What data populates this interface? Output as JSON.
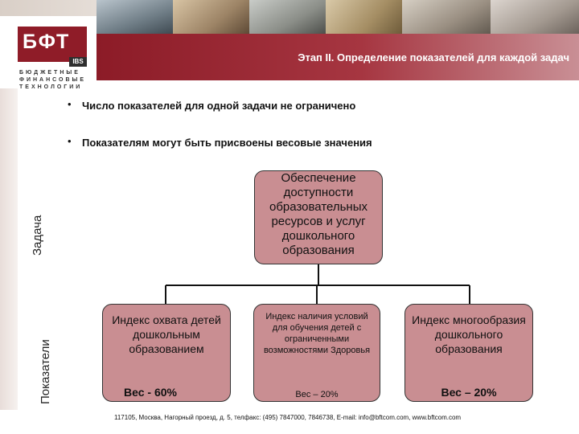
{
  "header": {
    "title": "Этап II. Определение показателей для каждой задач",
    "bar_color": "#8c1b27"
  },
  "logo": {
    "text": "БФТ",
    "tag": "IBS",
    "subtitle_lines": [
      "БЮДЖЕТНЫЕ",
      "ФИНАНСОВЫЕ",
      "ТЕХНОЛОГИИ"
    ],
    "color": "#8f1c28"
  },
  "side_labels": {
    "task": "Задача",
    "indicators": "Показатели"
  },
  "bullets": [
    "Число показателей для одной задачи не ограничено",
    "Показателям могут быть присвоены весовые значения"
  ],
  "bullet_marker": "•",
  "diagram": {
    "root": "Обеспечение доступности образовательных ресурсов и услуг дошкольного образования",
    "children": [
      {
        "label": "Индекс охвата детей дошкольным образованием",
        "weight": "Вес - 60%"
      },
      {
        "label": "Индекс наличия условий для обучения детей с ограниченными возможностями Здоровья",
        "weight": "Вес – 20%"
      },
      {
        "label": "Индекс многообразия дошкольного образования",
        "weight": "Вес – 20%"
      }
    ],
    "node_color": "#c98e92"
  },
  "footer": "117105, Москва, Нагорный проезд, д. 5, телфакс: (495) 7847000, 7846738, E-mail: info@bftcom.com, www.bftcom.com"
}
